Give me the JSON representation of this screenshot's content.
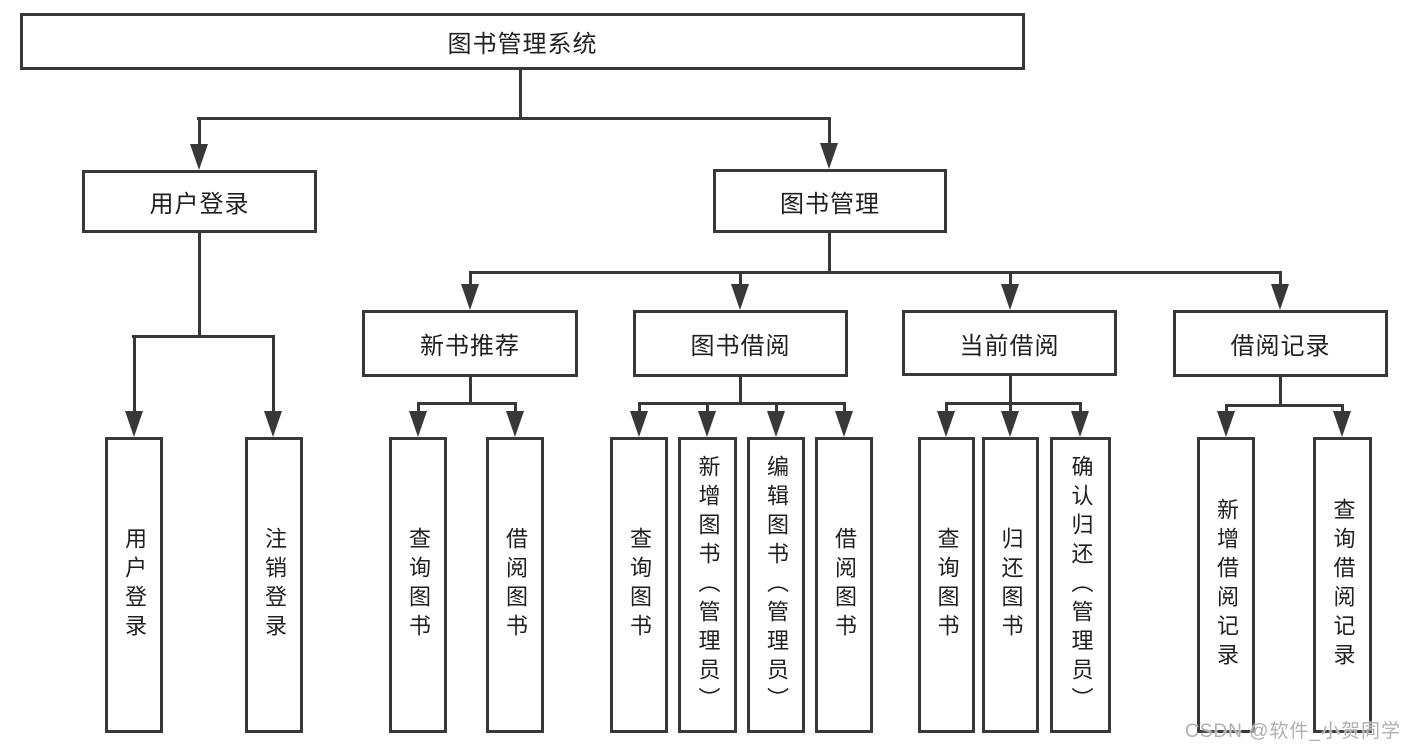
{
  "tree": {
    "root": {
      "label": "图书管理系统",
      "children": [
        {
          "label": "用户登录",
          "children": [
            {
              "label": "用户登录"
            },
            {
              "label": "注销登录"
            }
          ]
        },
        {
          "label": "图书管理",
          "children": [
            {
              "label": "新书推荐",
              "children": [
                {
                  "label": "查询图书"
                },
                {
                  "label": "借阅图书"
                }
              ]
            },
            {
              "label": "图书借阅",
              "children": [
                {
                  "label": "查询图书"
                },
                {
                  "label": "新增图书（管理员）"
                },
                {
                  "label": "编辑图书（管理员）"
                },
                {
                  "label": "借阅图书"
                }
              ]
            },
            {
              "label": "当前借阅",
              "children": [
                {
                  "label": "查询图书"
                },
                {
                  "label": "归还图书"
                },
                {
                  "label": "确认归还（管理员）"
                }
              ]
            },
            {
              "label": "借阅记录",
              "children": [
                {
                  "label": "新增借阅记录"
                },
                {
                  "label": "查询借阅记录"
                }
              ]
            }
          ]
        }
      ]
    }
  },
  "colors": {
    "line": "#383838",
    "text": "#1f1f1f",
    "watermark": "#b0b0b0",
    "background": "#ffffff"
  },
  "watermark": {
    "text": "CSDN @软件_小贺同学"
  }
}
